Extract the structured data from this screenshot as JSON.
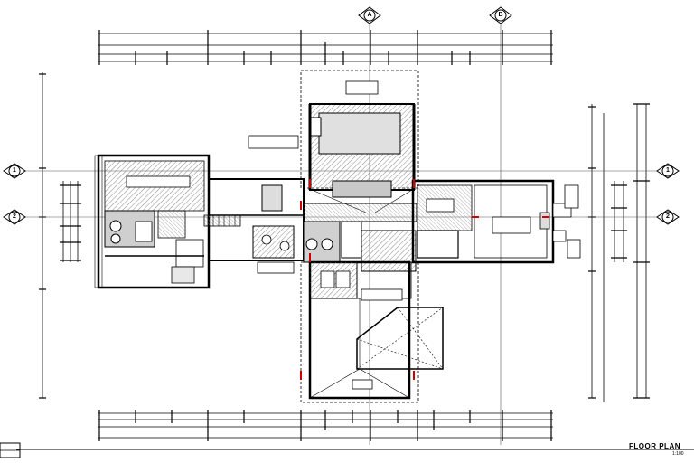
{
  "drawing": {
    "title": "FLOOR PLAN",
    "scale": "1:100"
  },
  "grid_markers": {
    "top_left": "A",
    "top_right": "B",
    "left_upper": "1",
    "left_lower": "2",
    "right_upper": "1",
    "right_lower": "2"
  },
  "colors": {
    "line": "#000000",
    "hatch": "#8a8a8a",
    "fill_light": "#d9d9d9",
    "fill_mid": "#bfbfbf",
    "door_marker": "#cc0000"
  }
}
